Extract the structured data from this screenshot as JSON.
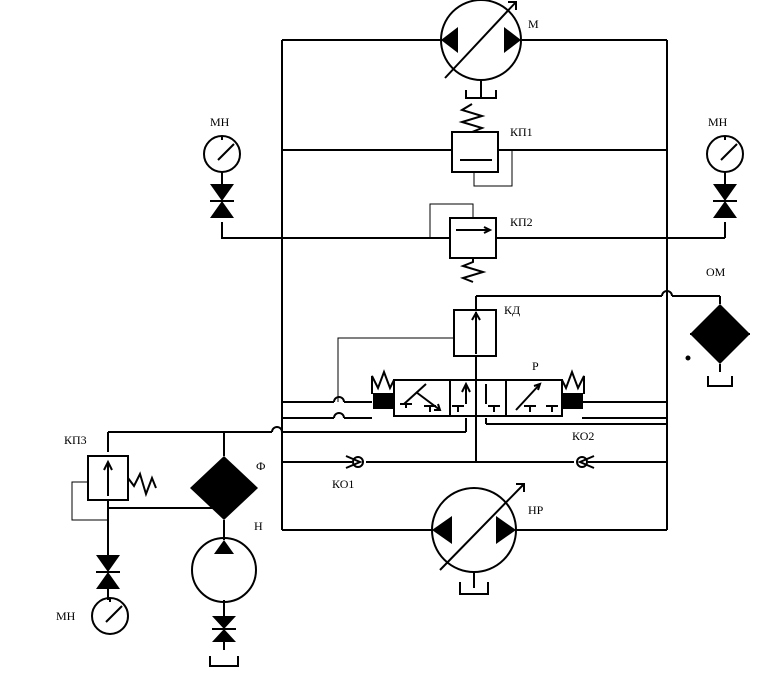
{
  "labels": {
    "motor": "М",
    "pressure_gauge_left": "МН",
    "pressure_gauge_right": "МН",
    "pressure_gauge_bottom": "МН",
    "relief_valve_1": "КП1",
    "relief_valve_2": "КП2",
    "relief_valve_3": "КП3",
    "throttle_valve": "КД",
    "distributor": "Р",
    "check_valve_1": "КО1",
    "check_valve_2": "КО2",
    "cooler": "ОМ",
    "filter": "Ф",
    "pump": "Н",
    "variable_pump": "НР"
  }
}
